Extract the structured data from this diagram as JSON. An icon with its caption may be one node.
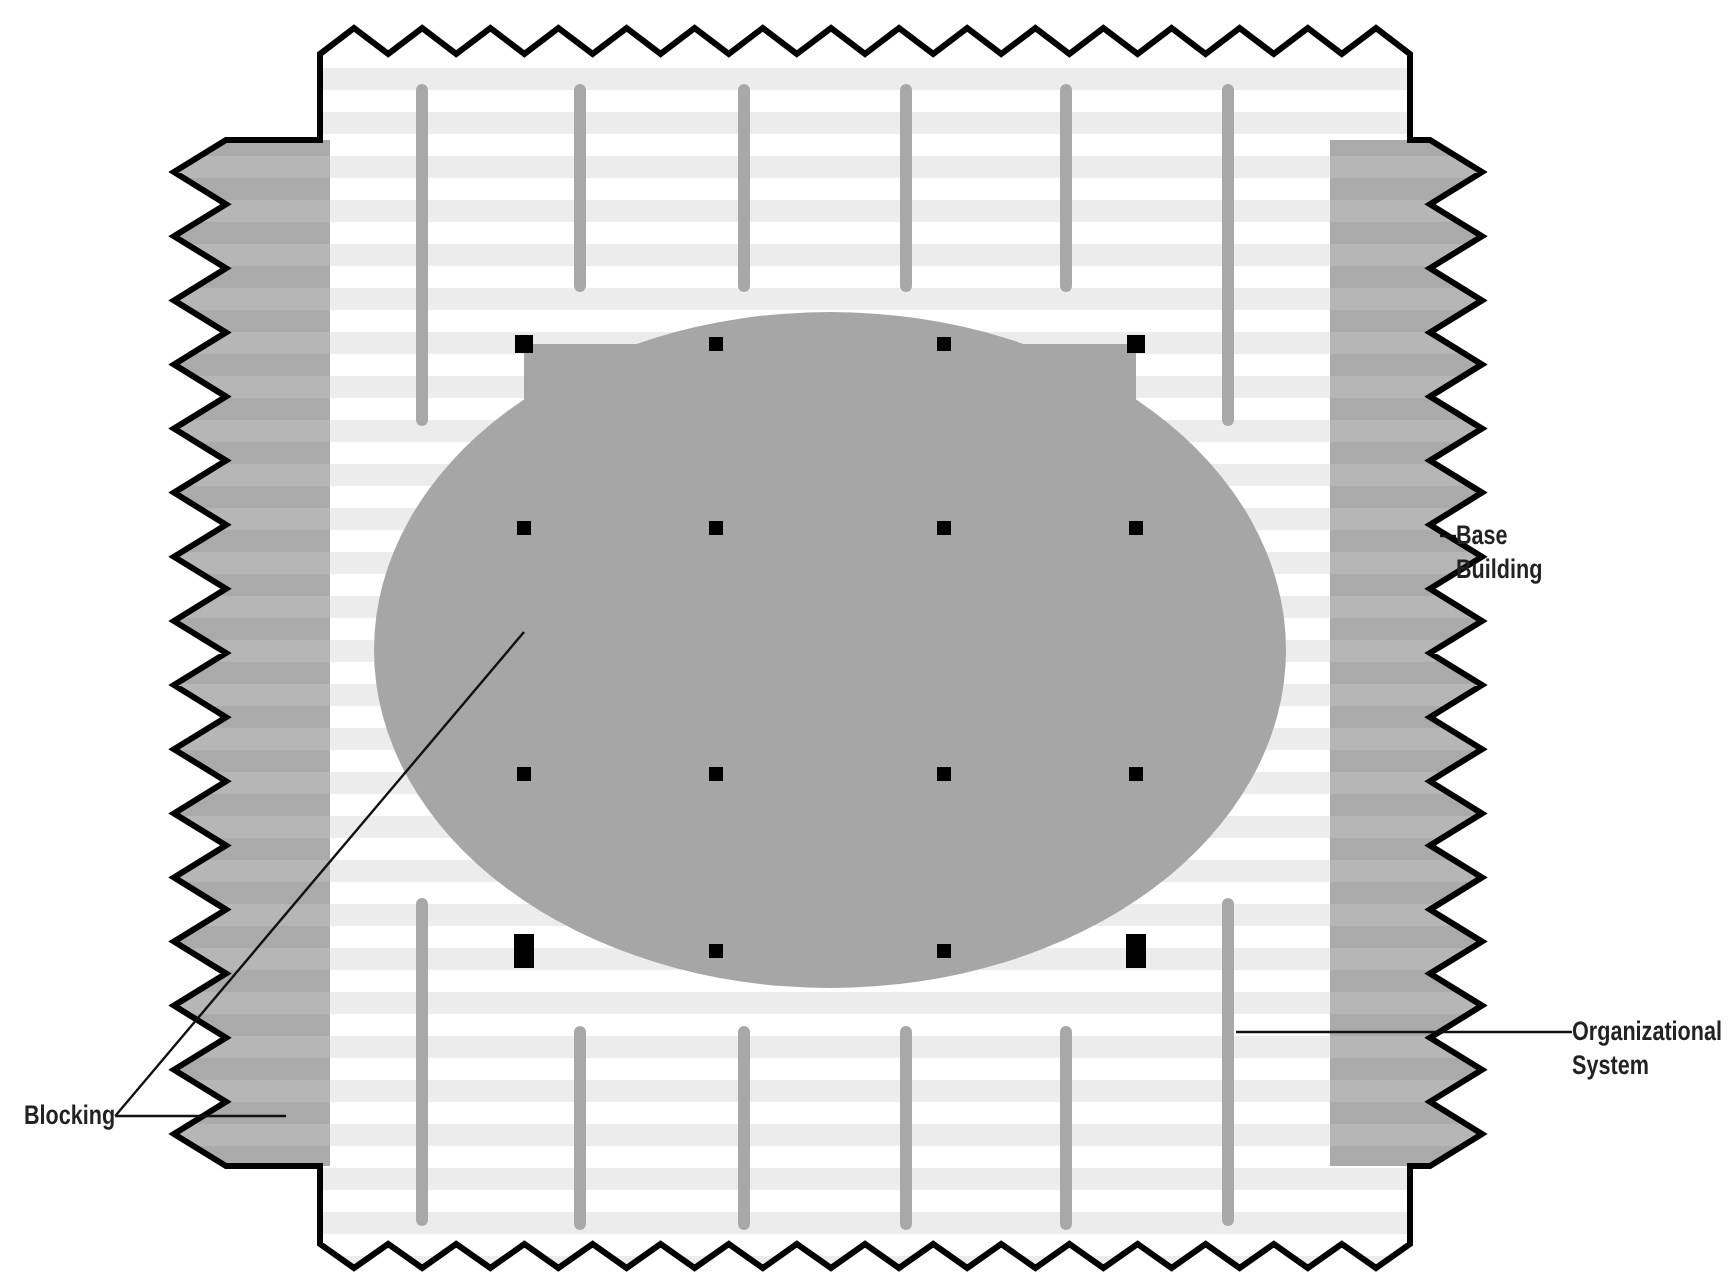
{
  "diagram": {
    "nodes": [
      {
        "text": [
          "Base Building"
        ]
      },
      {
        "text": [
          "Organizational System"
        ]
      },
      {
        "text": [
          "Blocking"
        ]
      },
      {
        "text": [],
        "shape": "box"
      },
      {
        "text": [],
        "shape": "bar",
        "in": 3
      },
      {
        "text": [],
        "shape": "ellipse",
        "in": 3
      },
      {
        "text": [],
        "shape": "bar",
        "in": 3
      }
    ],
    "edges": [
      {
        "from": 0,
        "to": 3,
        "arrow": "none"
      },
      {
        "from": 1,
        "to": 6,
        "arrow": "none"
      },
      {
        "from": 2,
        "to": 5,
        "arrow": "none"
      },
      {
        "from": 2,
        "to": 4,
        "arrow": "none"
      }
    ]
  }
}
